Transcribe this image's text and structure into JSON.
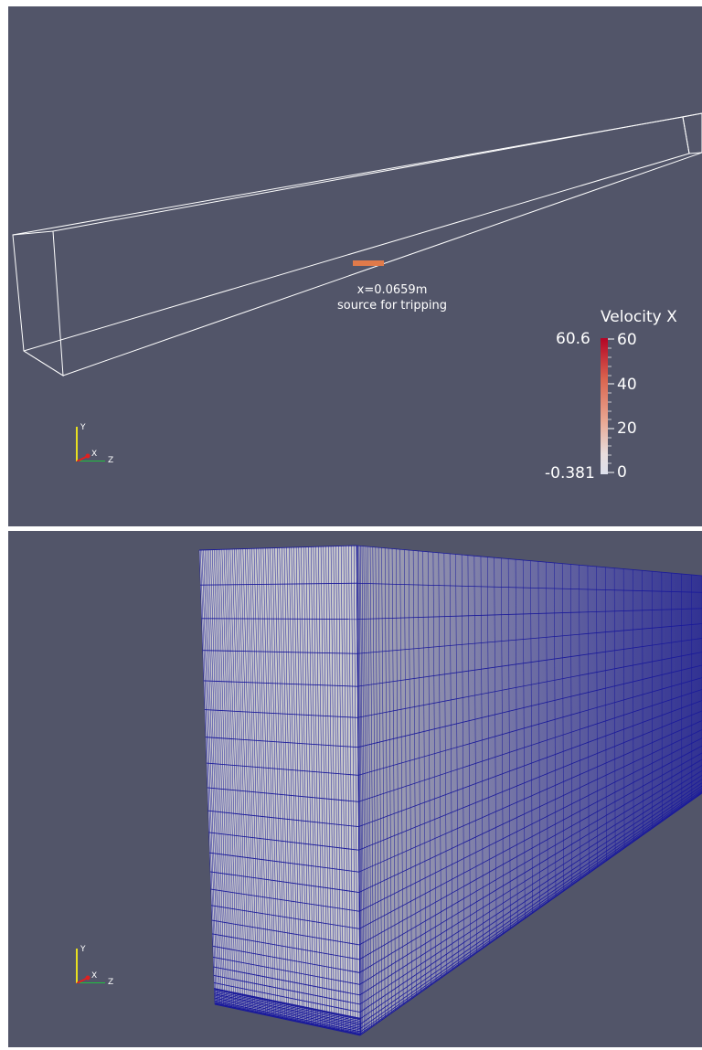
{
  "top_view": {
    "annotation_line1": "x=0.0659m",
    "annotation_line2": "source for tripping",
    "colorbar": {
      "title": "Velocity X",
      "range_max_label": "60.6",
      "range_min_label": "-0.381",
      "ticks": [
        "60",
        "40",
        "20",
        "0"
      ],
      "color_high": "#b40426",
      "color_low": "#e8dcdc"
    },
    "orientation_axes": {
      "y_label": "Y",
      "x_label": "X",
      "z_label": "Z"
    }
  },
  "bottom_view": {
    "mesh_line_color": "#1a1a9a",
    "mesh_face_color": "#c9c9cc",
    "orientation_axes": {
      "y_label": "Y",
      "x_label": "X",
      "z_label": "Z"
    }
  },
  "colors": {
    "background": "#525569",
    "outline": "#ffffff",
    "source_patch": "#e07a4a"
  }
}
